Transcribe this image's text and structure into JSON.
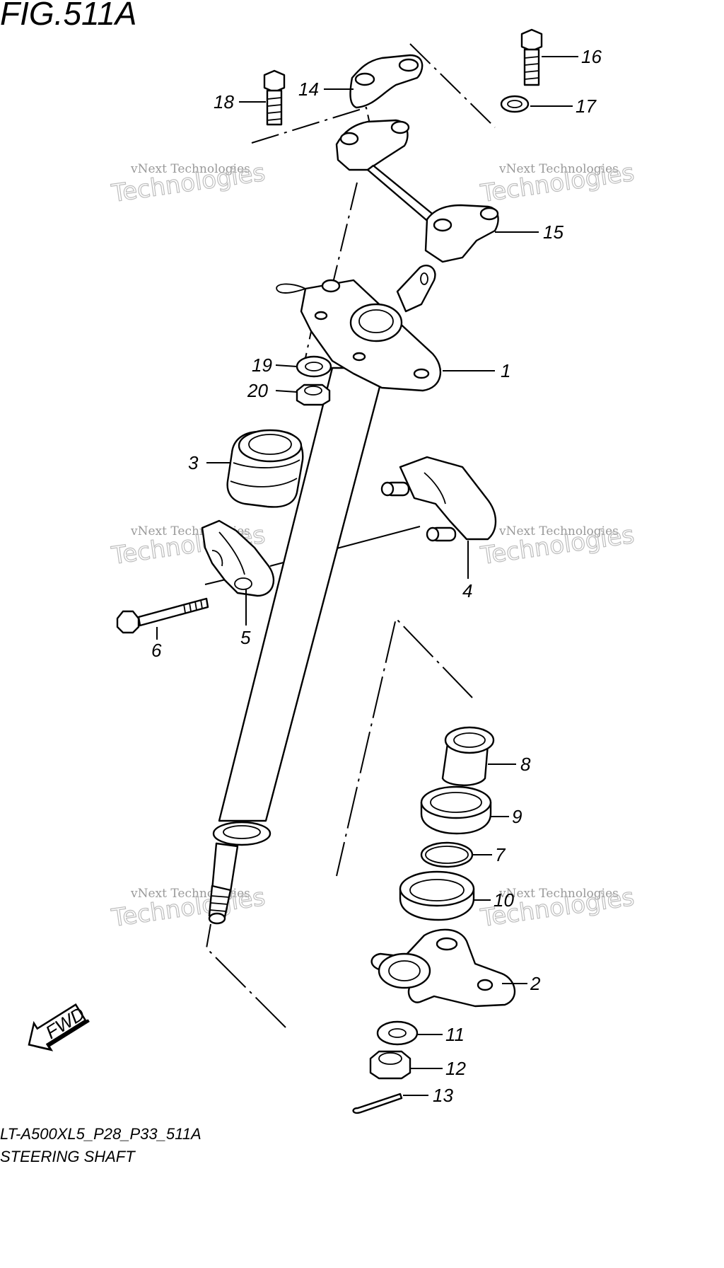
{
  "figure": {
    "title": "FIG.511A",
    "model_code": "LT-A500XL5_P28_P33_511A",
    "section_name": "STEERING SHAFT"
  },
  "watermark": {
    "line1": "vNext Technologies",
    "line2": "Technologies"
  },
  "direction_marker": "FWD",
  "parts": [
    {
      "label": "16"
    },
    {
      "label": "17"
    },
    {
      "label": "14"
    },
    {
      "label": "18"
    },
    {
      "label": "15"
    },
    {
      "label": "1"
    },
    {
      "label": "19"
    },
    {
      "label": "20"
    },
    {
      "label": "3"
    },
    {
      "label": "4"
    },
    {
      "label": "5"
    },
    {
      "label": "6"
    },
    {
      "label": "8"
    },
    {
      "label": "9"
    },
    {
      "label": "7"
    },
    {
      "label": "10"
    },
    {
      "label": "2"
    },
    {
      "label": "11"
    },
    {
      "label": "12"
    },
    {
      "label": "13"
    }
  ]
}
